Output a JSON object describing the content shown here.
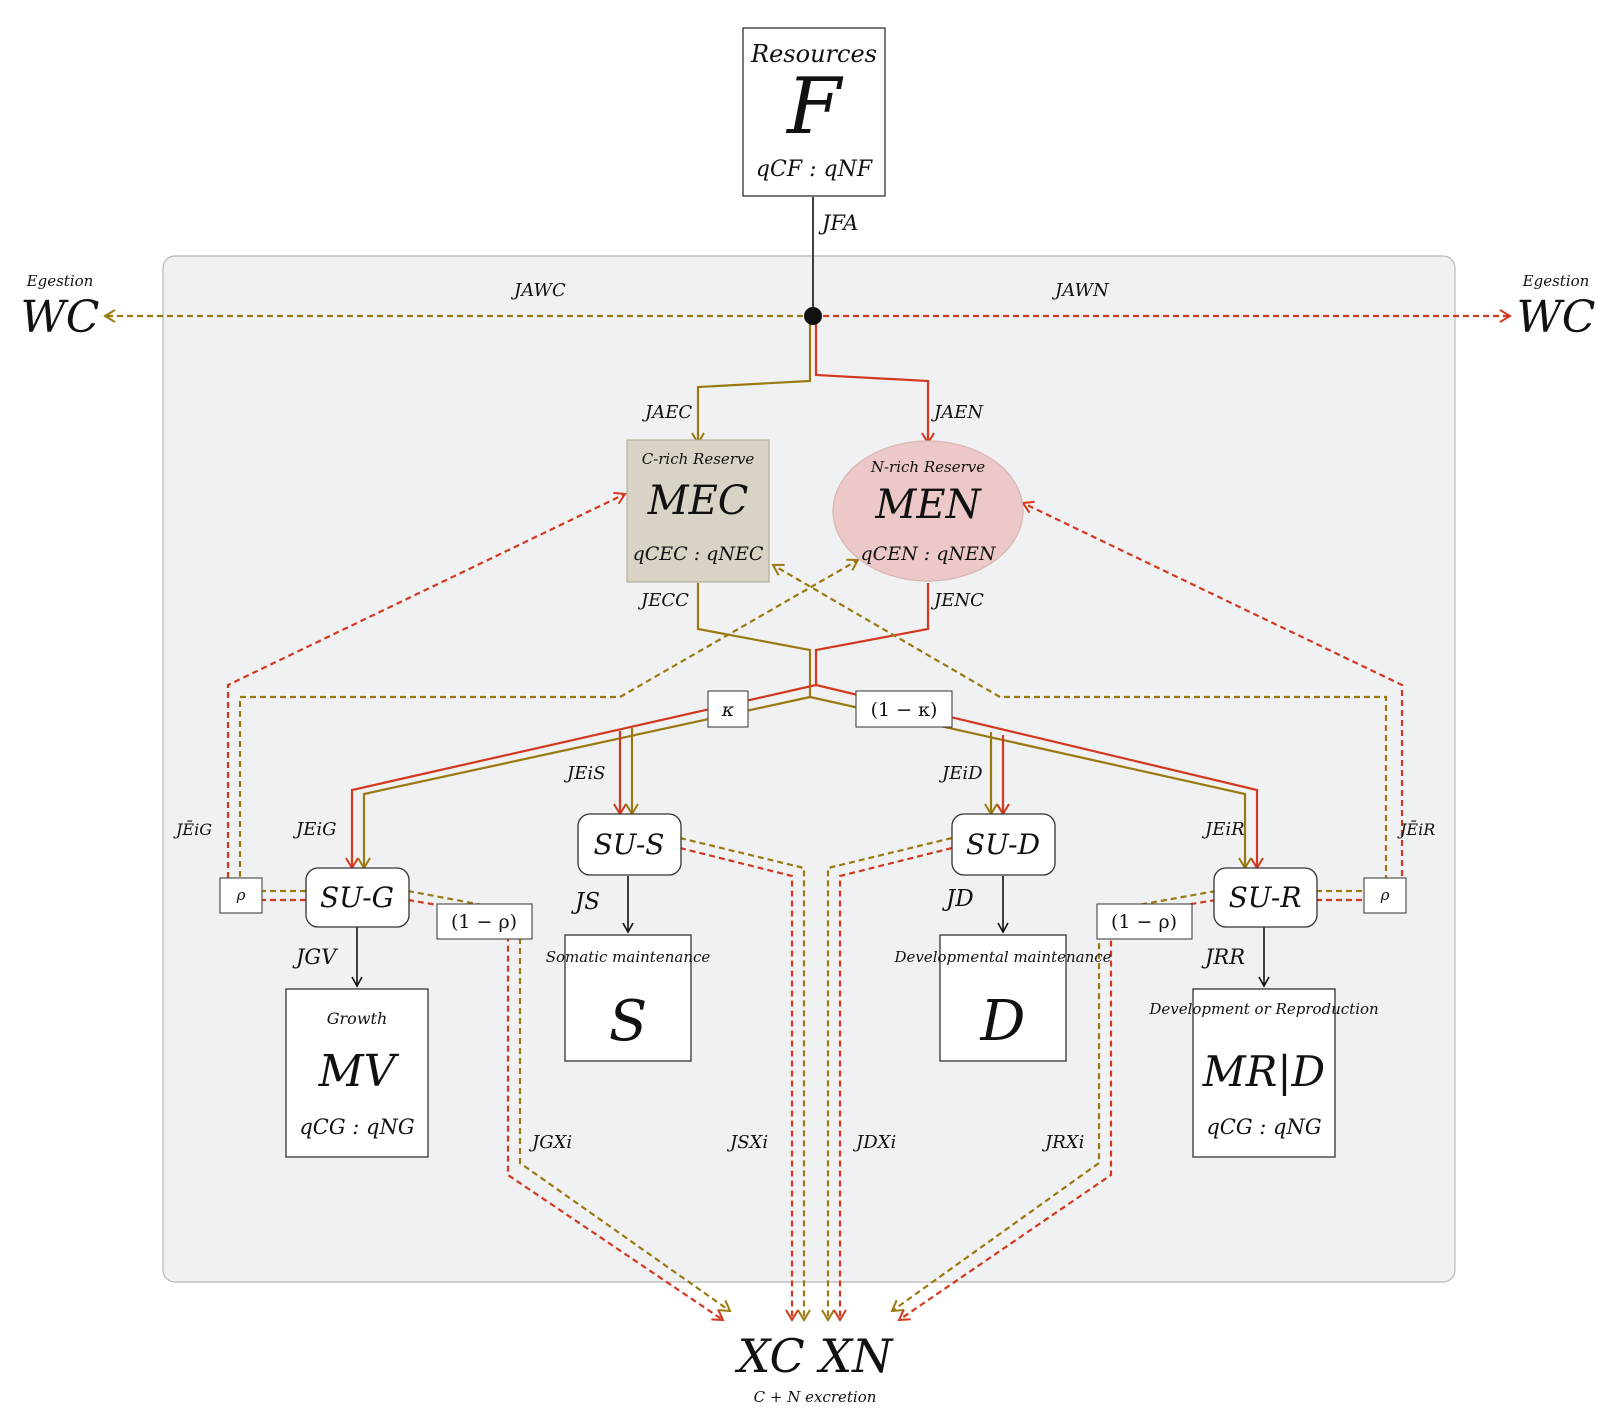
{
  "colors": {
    "carbon": "#9a7a10",
    "nitrogen": "#d3391f",
    "panel": "#f0f1f3",
    "c_reserve": "#d8d3c4",
    "n_reserve": "#ecc9c8"
  },
  "resources": {
    "label": "Resources",
    "symbol": "F",
    "ratio": "qCF : qNF"
  },
  "egestion": {
    "left_label": "Egestion",
    "left_symbol": "WC",
    "right_label": "Egestion",
    "right_symbol": "WC"
  },
  "fluxes": {
    "fa": "JFA",
    "aw_c": "JAWC",
    "aw_n": "JAWN",
    "ae_c": "JAEC",
    "ae_n": "JAEN",
    "ec_c": "JECC",
    "en_c": "JENC",
    "eis": "JEiS",
    "eid": "JEiD",
    "eig": "JEiG",
    "eir": "JEiR",
    "ebar_g": "JĒiG",
    "ebar_r": "JĒiR",
    "gv": "JGV",
    "s": "JS",
    "d": "JD",
    "rr": "JRR",
    "gx": "JGXi",
    "sx": "JSXi",
    "dx": "JDXi",
    "rx": "JRXi"
  },
  "reserves": {
    "c": {
      "label": "C-rich Reserve",
      "symbol": "MEC",
      "ratio": "qCEC : qNEC"
    },
    "n": {
      "label": "N-rich Reserve",
      "symbol": "MEN",
      "ratio": "qCEN : qNEN"
    }
  },
  "switches": {
    "kappa": "κ",
    "one_minus_kappa": "(1 − κ)",
    "rho": "ρ",
    "one_minus_rho": "(1 − ρ)"
  },
  "units": {
    "g": "SU-G",
    "s": "SU-S",
    "d": "SU-D",
    "r": "SU-R"
  },
  "sinks": {
    "growth": {
      "label": "Growth",
      "symbol": "MV",
      "ratio": "qCG : qNG"
    },
    "somatic": {
      "label": "Somatic maintenance",
      "symbol": "S"
    },
    "developmental": {
      "label": "Developmental maintenance",
      "symbol": "D"
    },
    "repro": {
      "label": "Development or Reproduction",
      "symbol": "MR|D",
      "ratio": "qCG : qNG"
    }
  },
  "excretion": {
    "symbol": "XC XN",
    "label": "C + N excretion"
  }
}
